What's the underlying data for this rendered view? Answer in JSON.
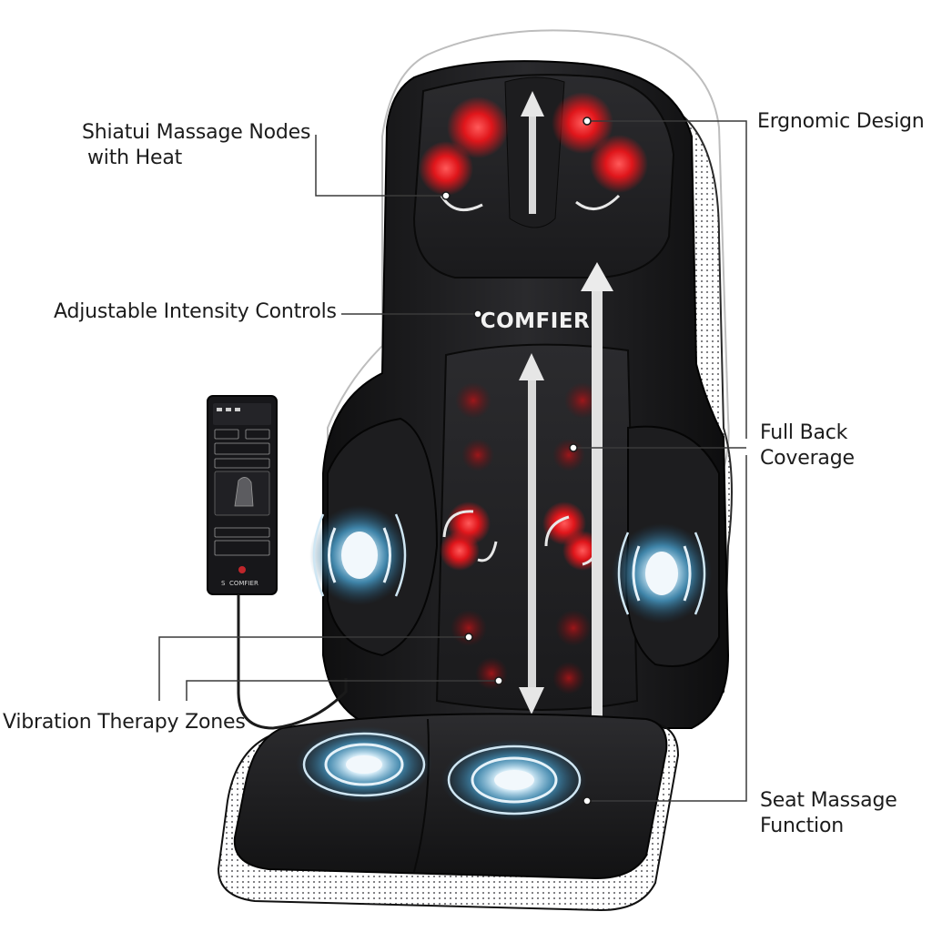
{
  "brand": "COMFIER",
  "remote": {
    "brand": "COMFIER",
    "brand_mark": "S"
  },
  "callouts": {
    "shiatsu": {
      "line1": "Shiatui Massage Nodes",
      "line2": "with Heat"
    },
    "intensity": {
      "text": "Adjustable Intensity Controls"
    },
    "ergonomic": {
      "text": "Ergnomic Design"
    },
    "coverage": {
      "line1": "Full Back",
      "line2": "Coverage"
    },
    "vibration": {
      "text": "Vibration Therapy Zones"
    },
    "seat": {
      "line1": "Seat Massage",
      "line2": "Function"
    }
  },
  "colors": {
    "heat_node": "#e0161b",
    "vibration_glow": "#4aa6d6",
    "cushion": "#1b1b1d",
    "mesh": "#2a2a2c",
    "guide_line": "#3a3a3a",
    "arrow": "#d9d9d9"
  }
}
